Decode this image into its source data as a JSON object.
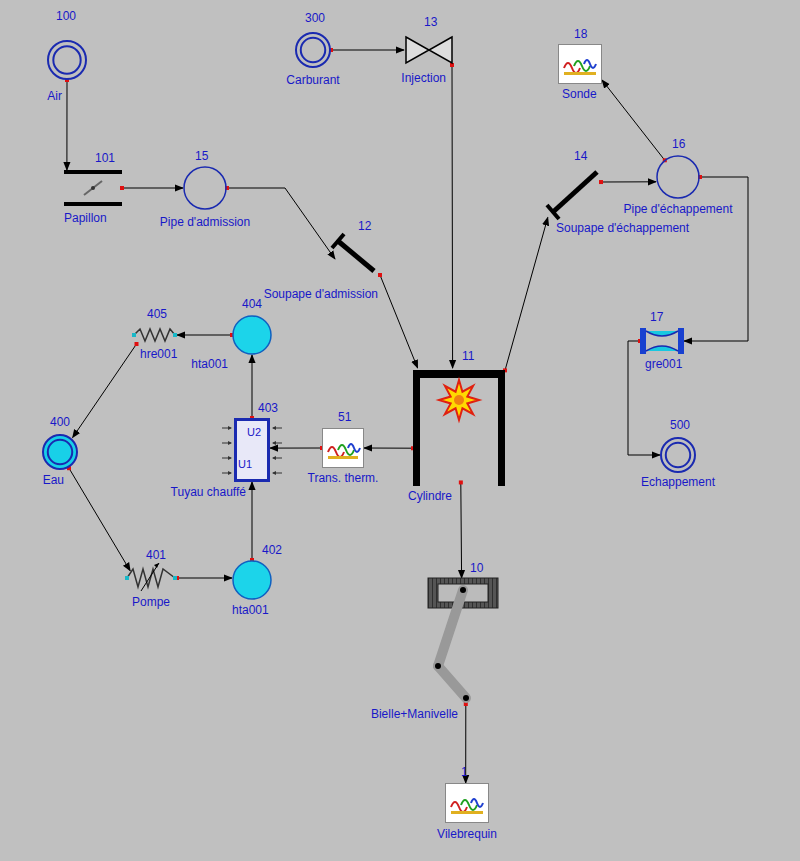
{
  "diagram": {
    "nodes": [
      {
        "text": [
          "100",
          "Air"
        ]
      },
      {
        "text": [
          "101",
          "Papillon"
        ]
      },
      {
        "text": [
          "15",
          "Pipe d'admission"
        ]
      },
      {
        "text": [
          "300",
          "Carburant"
        ]
      },
      {
        "text": [
          "13",
          "Injection"
        ]
      },
      {
        "text": [
          "12",
          "Soupape d'admission"
        ]
      },
      {
        "text": [
          "18",
          "Sonde"
        ]
      },
      {
        "text": [
          "16",
          "Pipe d'échappement"
        ]
      },
      {
        "text": [
          "14",
          "Soupape d'échappement"
        ]
      },
      {
        "text": [
          "11",
          "Cylindre"
        ]
      },
      {
        "text": [
          "51",
          "Trans. therm."
        ]
      },
      {
        "text": [
          "405",
          "hre001"
        ]
      },
      {
        "text": [
          "404",
          "hta001"
        ]
      },
      {
        "text": [
          "403",
          "Tuyau chauffé"
        ]
      },
      {
        "text": [
          "400",
          "Eau"
        ]
      },
      {
        "text": [
          "401",
          "Pompe"
        ]
      },
      {
        "text": [
          "402",
          "hta001"
        ]
      },
      {
        "text": [
          "10",
          "Bielle+Manivelle"
        ]
      },
      {
        "text": [
          "1",
          "Vilebrequin"
        ]
      },
      {
        "text": [
          "17",
          "gre001"
        ]
      },
      {
        "text": [
          "500",
          "Echappement"
        ]
      }
    ],
    "edges": [
      {
        "from": 0,
        "to": 1,
        "arrow": "to"
      },
      {
        "from": 1,
        "to": 2,
        "arrow": "to"
      },
      {
        "from": 2,
        "to": 5,
        "arrow": "to"
      },
      {
        "from": 3,
        "to": 4,
        "arrow": "to"
      },
      {
        "from": 4,
        "to": 9,
        "arrow": "to"
      },
      {
        "from": 5,
        "to": 9,
        "arrow": "to"
      },
      {
        "from": 9,
        "to": 8,
        "arrow": "to"
      },
      {
        "from": 8,
        "to": 7,
        "arrow": "to"
      },
      {
        "from": 7,
        "to": 6,
        "arrow": "to"
      },
      {
        "from": 7,
        "to": 19,
        "arrow": "to"
      },
      {
        "from": 19,
        "to": 20,
        "arrow": "to"
      },
      {
        "from": 9,
        "to": 10,
        "arrow": "to"
      },
      {
        "from": 10,
        "to": 13,
        "arrow": "to"
      },
      {
        "from": 9,
        "to": 17,
        "arrow": "to"
      },
      {
        "from": 17,
        "to": 18,
        "arrow": "to"
      },
      {
        "from": 14,
        "to": 15,
        "arrow": "to"
      },
      {
        "from": 15,
        "to": 16,
        "arrow": "to"
      },
      {
        "from": 16,
        "to": 13,
        "arrow": "to"
      },
      {
        "from": 13,
        "to": 12,
        "arrow": "to"
      },
      {
        "from": 12,
        "to": 11,
        "arrow": "to"
      },
      {
        "from": 11,
        "to": 14,
        "arrow": "to"
      }
    ],
    "labels": [
      "U2",
      "U1"
    ]
  }
}
